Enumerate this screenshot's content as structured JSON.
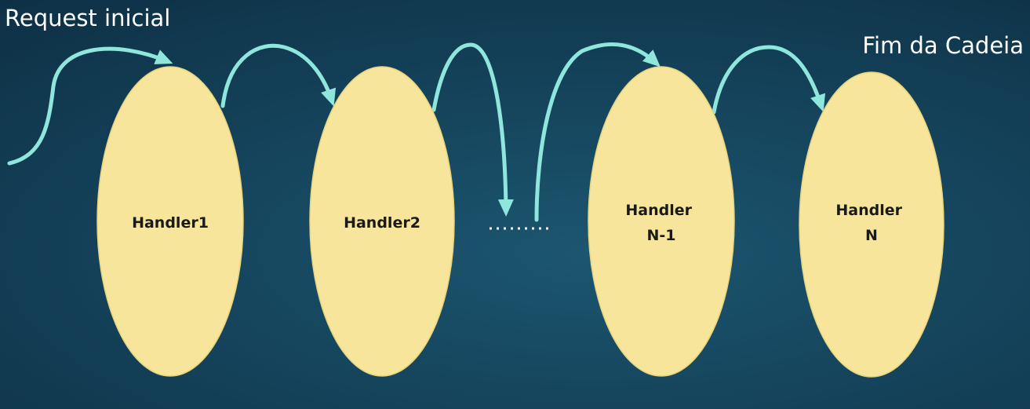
{
  "labels": {
    "start": "Request inicial",
    "end": "Fim da Cadeia",
    "ellipsis": "……"
  },
  "handlers": [
    {
      "lines": [
        "Handler1"
      ]
    },
    {
      "lines": [
        "Handler2"
      ]
    },
    {
      "lines": [
        "Handler",
        "N-1"
      ]
    },
    {
      "lines": [
        "Handler",
        "N"
      ]
    }
  ],
  "colors": {
    "background": "#15445c",
    "handler_fill": "#f6e59a",
    "arrow": "#8ee6dc",
    "text_light": "#ffffff",
    "text_dark": "#1a1a1a"
  }
}
